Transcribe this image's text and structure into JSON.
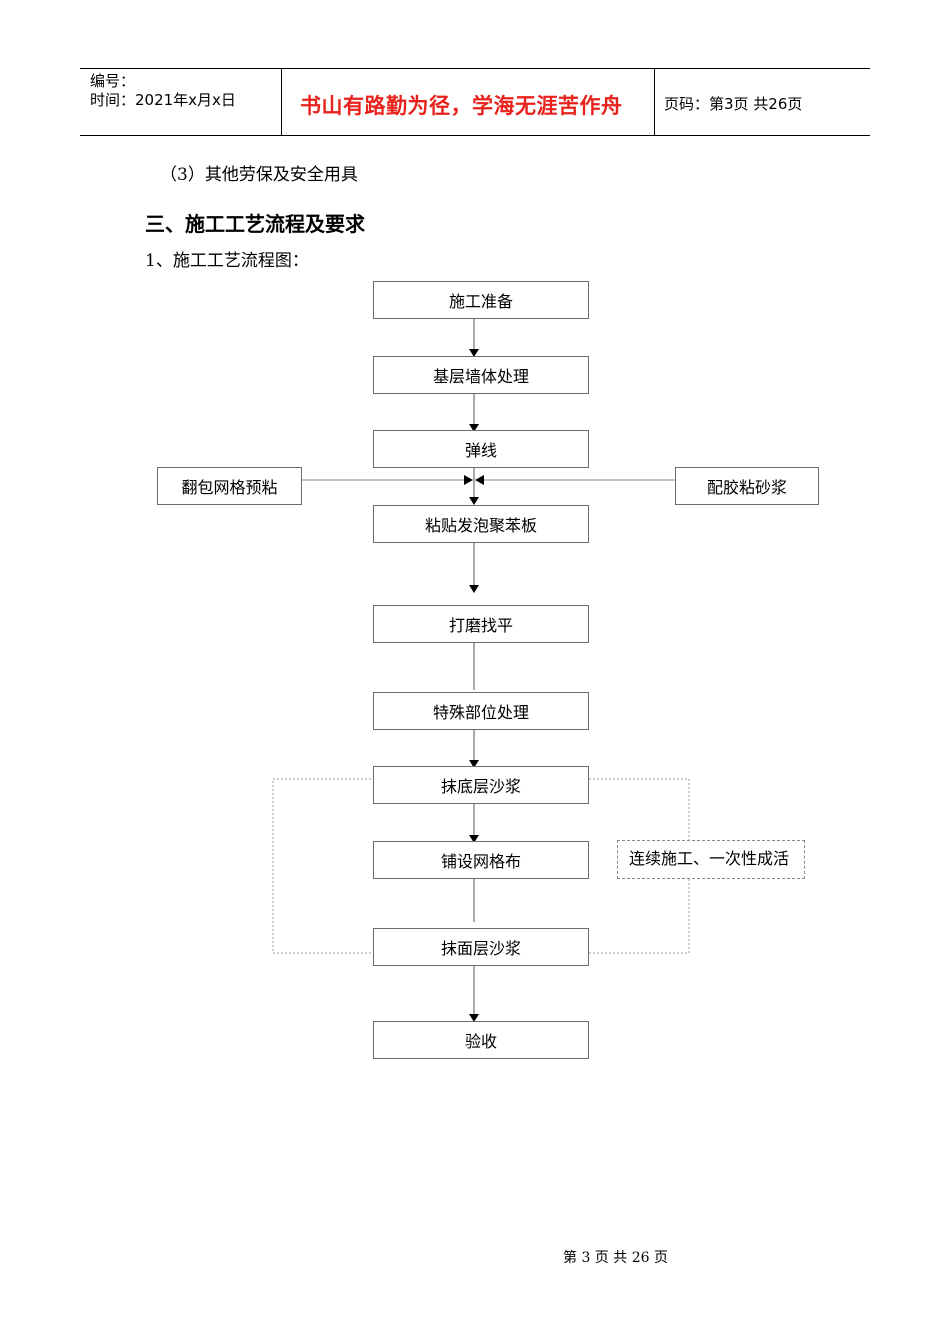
{
  "header": {
    "number_label": "编号：",
    "time_label": "时间：2021年x月x日",
    "motto": "书山有路勤为径，学海无涯苦作舟",
    "page_info": "页码：第3页  共26页"
  },
  "content": {
    "item3": "（3）其他劳保及安全用具",
    "section_heading": "三、施工工艺流程及要求",
    "sub_heading": "1、施工工艺流程图："
  },
  "flowchart": {
    "steps": [
      "施工准备",
      "基层墙体处理",
      "弹线",
      "粘贴发泡聚苯板",
      "打磨找平",
      "特殊部位处理",
      "抹底层沙浆",
      "铺设网格布",
      "抹面层沙浆",
      "验收"
    ],
    "left_input": "翻包网格预粘",
    "right_input": "配胶粘砂浆",
    "note": "连续施工、一次性成活"
  },
  "footer": {
    "page_footer": "第 3 页 共 26 页"
  },
  "colors": {
    "motto": "#e8231d",
    "box_border": "#6b6b6b",
    "dashed_border": "#8a8a8a"
  }
}
